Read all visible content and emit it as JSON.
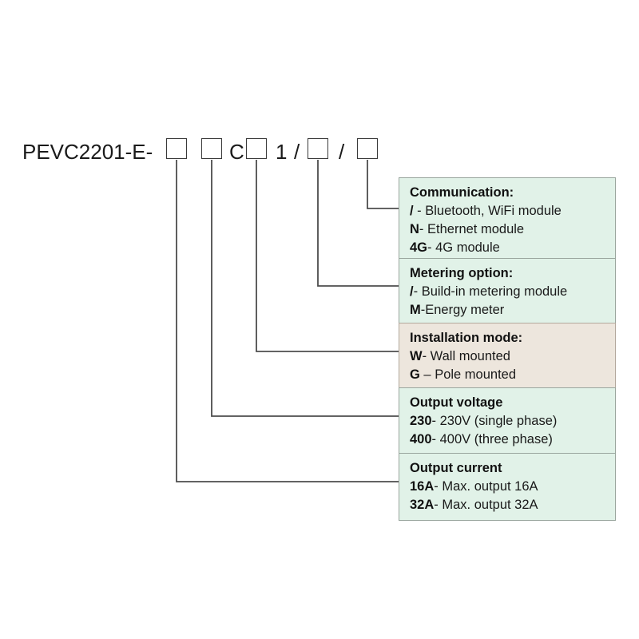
{
  "diagram": {
    "code": {
      "prefix": "PEVC2201-E-",
      "literal_c": "C",
      "literal_1": "1",
      "slash_1": "/",
      "slash_2": "/",
      "placeholders": [
        "",
        "",
        "",
        "",
        ""
      ]
    },
    "colors": {
      "callout_green": "#e1f2e8",
      "callout_tan": "#ede6dd",
      "line": "#4d4d4d",
      "text": "#1a1a1a"
    },
    "callouts": [
      {
        "id": "communication",
        "title": "Communication:",
        "rows": [
          {
            "key": "/",
            "sep": " - ",
            "desc": "Bluetooth, WiFi module"
          },
          {
            "key": "N",
            "sep": "- ",
            "desc": "Ethernet module"
          },
          {
            "key": "4G",
            "sep": "- ",
            "desc": "4G module"
          }
        ]
      },
      {
        "id": "metering-option",
        "title": "Metering option:",
        "rows": [
          {
            "key": "/",
            "sep": "- ",
            "desc": "Build-in metering module"
          },
          {
            "key": "M",
            "sep": "-",
            "desc": "Energy meter"
          }
        ]
      },
      {
        "id": "installation-mode",
        "title": "Installation mode:",
        "rows": [
          {
            "key": "W",
            "sep": "- ",
            "desc": "Wall mounted"
          },
          {
            "key": "G",
            "sep": " – ",
            "desc": "Pole mounted"
          }
        ]
      },
      {
        "id": "output-voltage",
        "title": "Output voltage",
        "rows": [
          {
            "key": "230",
            "sep": "- ",
            "desc": "230V (single phase)"
          },
          {
            "key": "400",
            "sep": "- ",
            "desc": "400V (three phase)"
          }
        ]
      },
      {
        "id": "output-current",
        "title": "Output current",
        "rows": [
          {
            "key": "16A",
            "sep": "- ",
            "desc": "Max. output 16A"
          },
          {
            "key": "32A",
            "sep": "- ",
            "desc": "Max. output 32A"
          }
        ]
      }
    ]
  }
}
